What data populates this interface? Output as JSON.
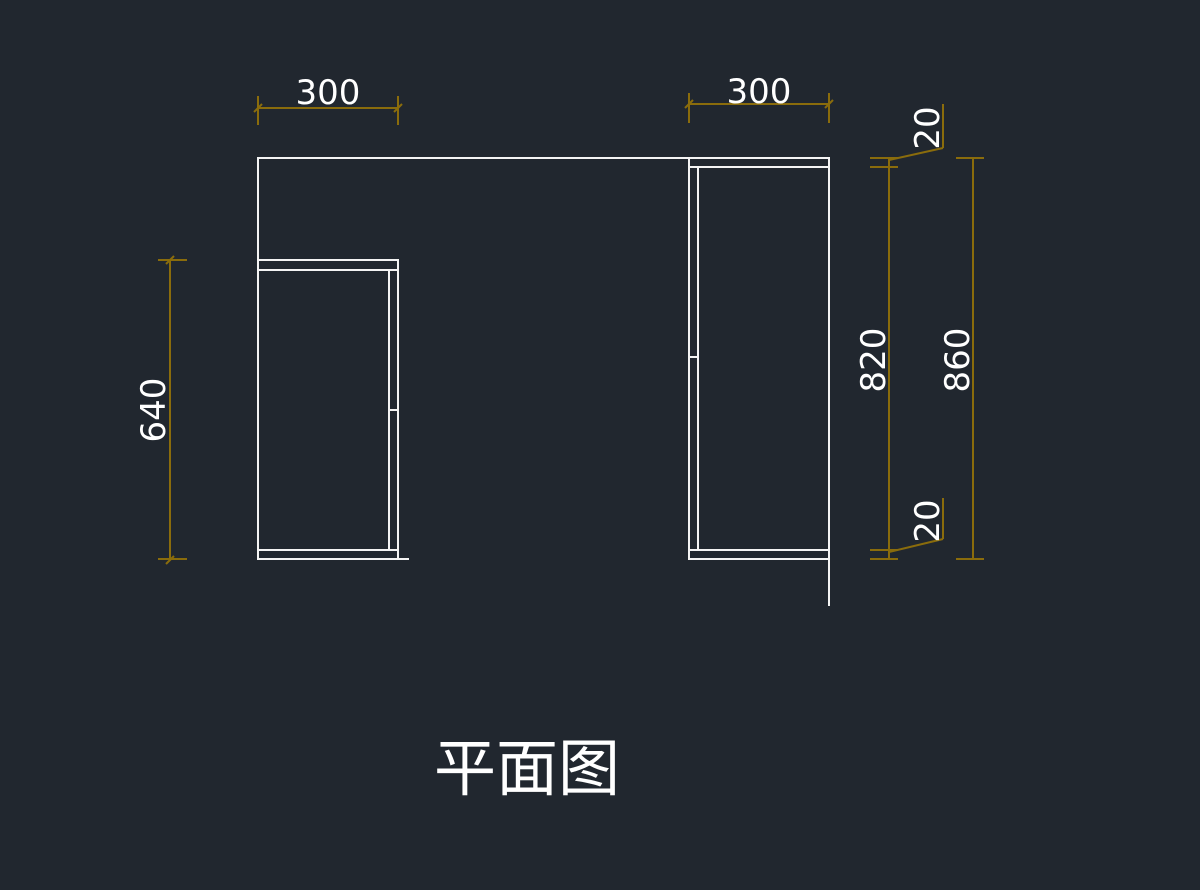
{
  "drawing": {
    "title": "平面图",
    "colors": {
      "background": "#21272f",
      "geometry": "#f4f4f4",
      "dimension": "#8a6c0c"
    },
    "dimensions": {
      "left_width": "300",
      "right_width": "300",
      "left_height": "640",
      "inner_height": "820",
      "total_height": "860",
      "top_thickness": "20",
      "bottom_thickness": "20"
    }
  }
}
